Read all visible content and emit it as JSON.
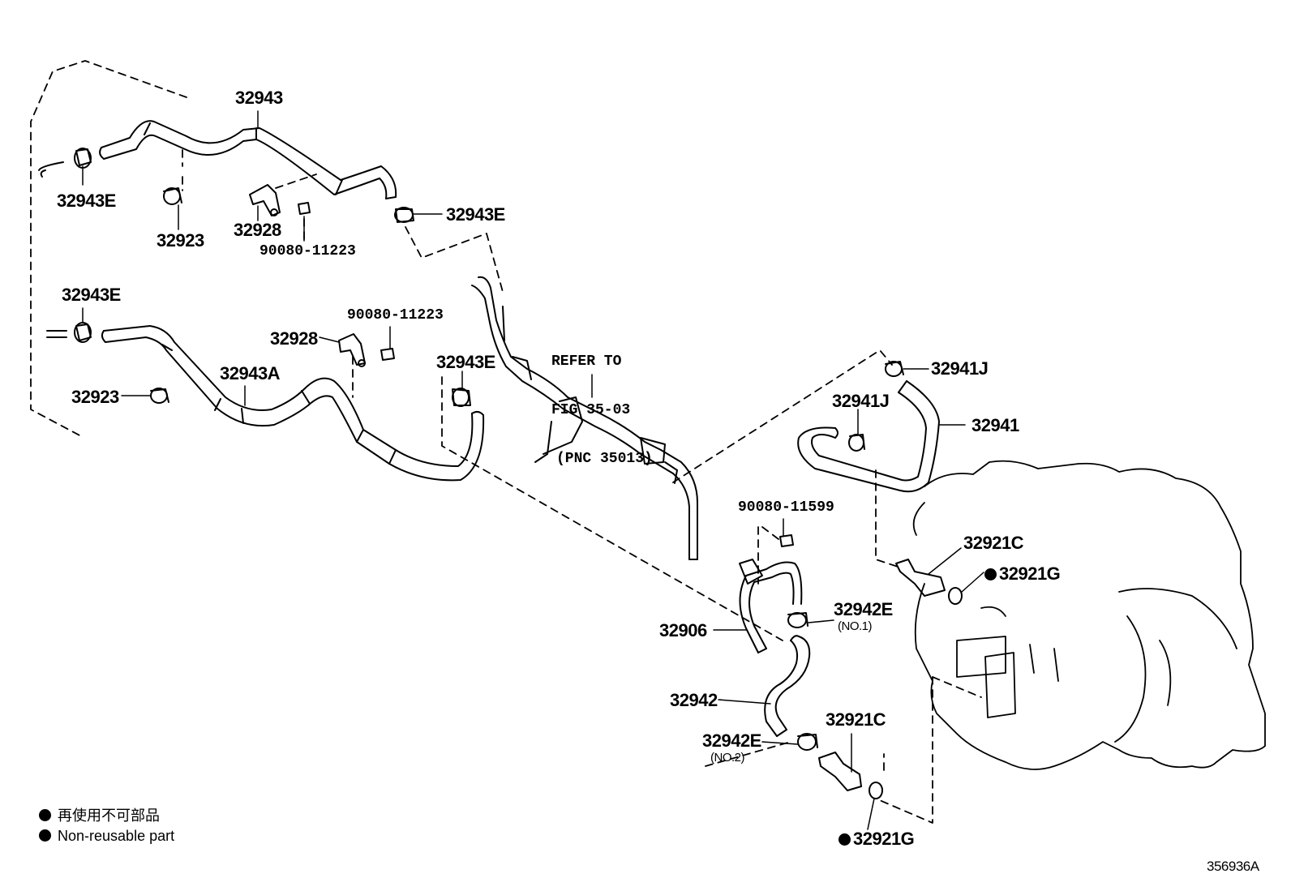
{
  "callouts": {
    "hose_32943": "32943",
    "clamp_32943E_a": "32943E",
    "clamp_32923_a": "32923",
    "bracket_32928_a": "32928",
    "bolt_90080_11223_a": "90080-11223",
    "clamp_32943E_b": "32943E",
    "clamp_32943E_c": "32943E",
    "bolt_90080_11223_b": "90080-11223",
    "bracket_32928_b": "32928",
    "hose_32943A": "32943A",
    "clamp_32923_b": "32923",
    "clamp_32943E_d": "32943E",
    "clamp_32941J_a": "32941J",
    "clamp_32941J_b": "32941J",
    "hose_32941": "32941",
    "bolt_90080_11599": "90080-11599",
    "union_32921C_a": "32921C",
    "gasket_32921G_a": "32921G",
    "tube_32906": "32906",
    "clamp_32942E_no1": "32942E",
    "clamp_32942E_no1_sub": "(NO.1)",
    "hose_32942": "32942",
    "clamp_32942E_no2": "32942E",
    "clamp_32942E_no2_sub": "(NO.2)",
    "union_32921C_b": "32921C",
    "gasket_32921G_b": "32921G"
  },
  "reference": {
    "line1": "REFER TO",
    "line2": "FIG 35-03",
    "line3": "(PNC 35013)"
  },
  "legend": {
    "japanese": "再使用不可部品",
    "english": "Non-reusable part"
  },
  "illustration_id": "356936A"
}
